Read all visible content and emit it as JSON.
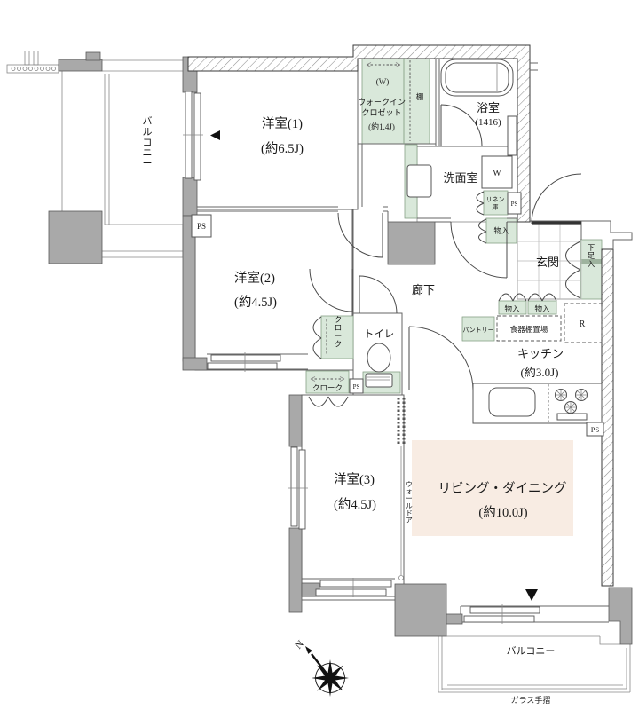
{
  "colors": {
    "wall_gray": "#a9a9a9",
    "storage_green": "#d9e8da",
    "living_highlight": "#f8ece3",
    "line": "#4a4a4a"
  },
  "rooms": {
    "balcony_left": {
      "label": "バルコニー"
    },
    "room1": {
      "label": "洋室(1)",
      "size": "(約6.5J)"
    },
    "wic": {
      "w": "(W)",
      "line1": "ウォークイン",
      "line2": "クロゼット",
      "size": "(約1.4J)",
      "shelf": "棚"
    },
    "bath": {
      "label": "浴室",
      "size": "(1416)"
    },
    "washroom": {
      "label": "洗面室",
      "washer": "W",
      "linen1": "リネン",
      "linen2": "庫",
      "storage": "物入"
    },
    "entrance": {
      "label": "玄関",
      "shoe_box": "下足入"
    },
    "hall": {
      "label": "廊下",
      "storage1": "物入",
      "storage2": "物入"
    },
    "kitchen": {
      "label": "キッチン",
      "size": "(約3.0J)",
      "pantry": "パントリー",
      "cupboard": "食器棚置場",
      "fridge": "R"
    },
    "living": {
      "label": "リビング・ダイニング",
      "size": "(約10.0J)"
    },
    "room2": {
      "label": "洋室(2)",
      "size": "(約4.5J)"
    },
    "room3": {
      "label": "洋室(3)",
      "size": "(約4.5J)",
      "wall_door": "ウォールドア"
    },
    "toilet": {
      "label": "トイレ"
    },
    "cloak_vertical": {
      "label": "クローク"
    },
    "cloak_horizontal": {
      "label": "クローク"
    },
    "balcony_bottom": {
      "label": "バルコニー",
      "rail": "ガラス手摺"
    }
  },
  "ps": {
    "ps1": "PS",
    "ps2": "PS",
    "ps3": "PS",
    "ps4": "PS"
  },
  "compass": {
    "north": "N"
  }
}
